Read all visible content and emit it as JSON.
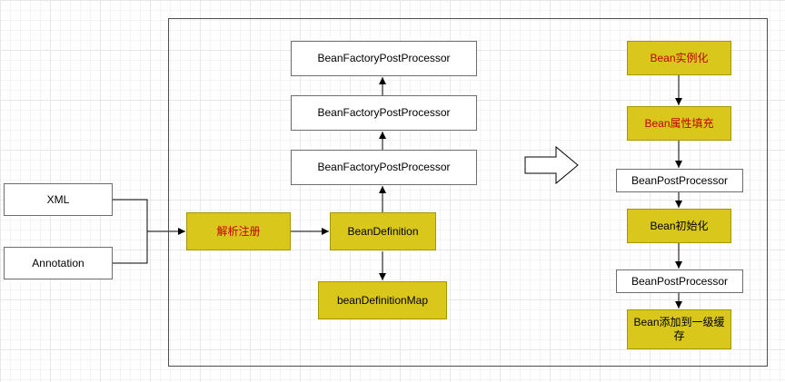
{
  "diagram": {
    "sources": {
      "xml": "XML",
      "annotation": "Annotation"
    },
    "registration": {
      "parse_register": "解析注册",
      "bean_definition": "BeanDefinition",
      "bean_definition_map": "beanDefinitionMap",
      "bfpp": [
        "BeanFactoryPostProcessor",
        "BeanFactoryPostProcessor",
        "BeanFactoryPostProcessor"
      ]
    },
    "lifecycle": {
      "instantiate": "Bean实例化",
      "populate": "Bean属性填充",
      "post_processor_before": "BeanPostProcessor",
      "initialize": "Bean初始化",
      "post_processor_after": "BeanPostProcessor",
      "add_to_cache": "Bean添加到一级缓存"
    },
    "colors": {
      "node_yellow": "#d9c71c",
      "node_yellow_border": "#a89500",
      "node_white": "#ffffff",
      "node_border_gray": "#6e6e6e",
      "container_border": "#4d4d4d",
      "accent_text_red": "#c00000",
      "text_black": "#000000",
      "connector": "#000000"
    }
  }
}
